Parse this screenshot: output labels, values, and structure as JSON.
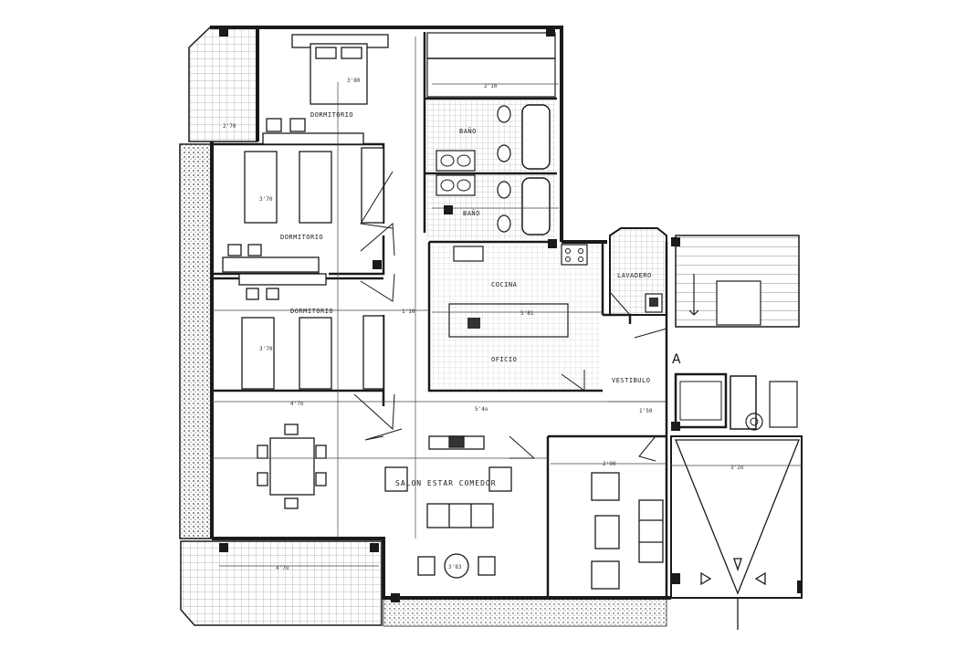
{
  "rooms": {
    "dormitorio_1": "DORMITORIO",
    "dormitorio_2": "DORMITORIO",
    "dormitorio_3": "DORMITORIO",
    "bano_1": "BAÑO",
    "bano_2": "BAÑO",
    "cocina": "COCINA",
    "oficio": "OFICIO",
    "lavadero": "LAVADERO",
    "vestibulo": "VESTIBULO",
    "salon": "SALON  ESTAR  COMEDOR"
  },
  "section_marker": "A",
  "dimensions": {
    "d_terraza_top": "2'70",
    "d_dorm1": "3'80",
    "d_dorm2": "3'70",
    "d_dorm3": "3'70",
    "d_bano": "2'10",
    "d_pasillo": "1'10",
    "d_cocina": "5'81",
    "d_salon_w": "4'7o",
    "d_salon_c": "5'4o",
    "d_vest": "1'50",
    "d_estar": "2'90",
    "d_terraza_bot": "4'7o",
    "d_pat": "3'2o",
    "d_table": "3'83"
  },
  "colors": {
    "ink": "#1a1a1a",
    "hatch": "#555555",
    "paper": "#ffffff"
  }
}
